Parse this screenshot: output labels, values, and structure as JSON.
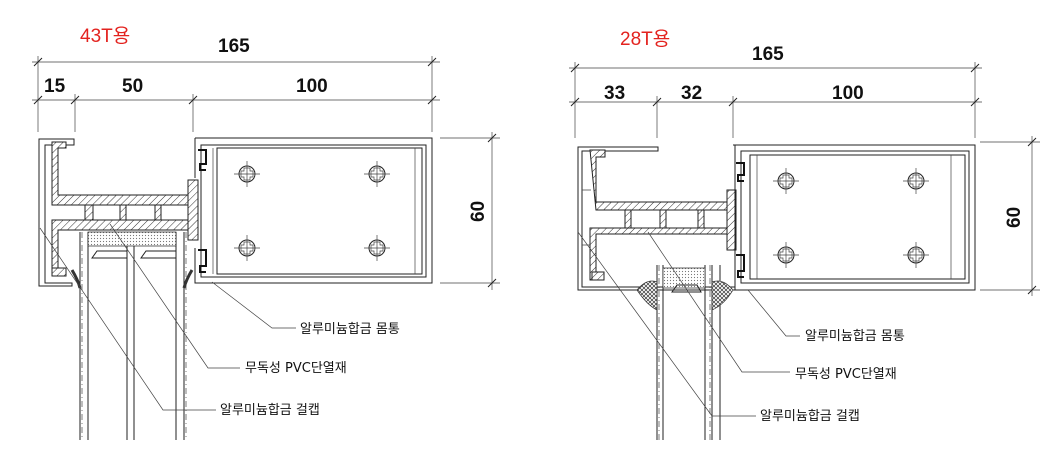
{
  "left": {
    "title": "43T용",
    "total_width": "165",
    "segments": [
      "15",
      "50",
      "100"
    ],
    "height": "60",
    "labels": {
      "body": "알루미늄합금 몸통",
      "thermal_break": "무독성 PVC단열재",
      "cap": "알루미늄합금 걸캡"
    }
  },
  "right": {
    "title": "28T용",
    "total_width": "165",
    "segments": [
      "33",
      "32",
      "100"
    ],
    "height": "60",
    "labels": {
      "body": "알루미늄합금 몸통",
      "thermal_break": "무독성 PVC단열재",
      "cap": "알루미늄합금 걸캡"
    }
  },
  "colors": {
    "title": "#e3231f",
    "line": "#222222"
  }
}
